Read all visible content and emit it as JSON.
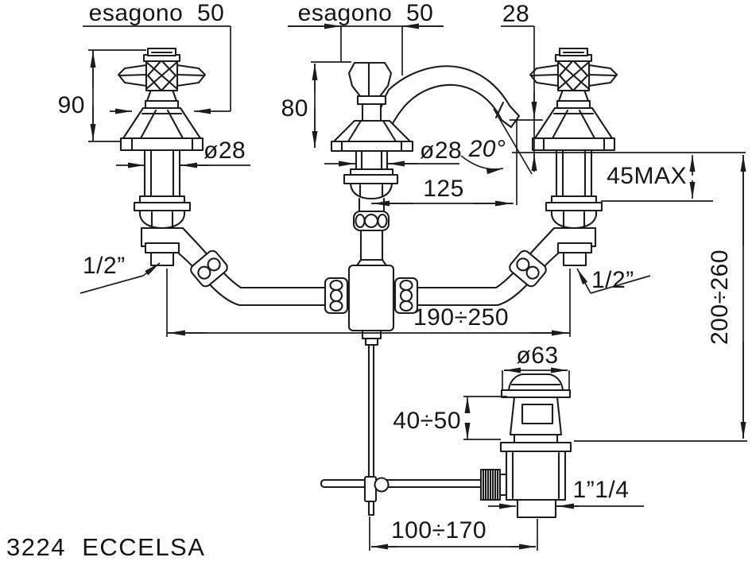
{
  "drawing": {
    "product_code_label": "3224  ECCELSA",
    "colors": {
      "line": "#1c1c1c",
      "background": "#ffffff"
    },
    "dimensions": {
      "left_hex": "esagono  50",
      "center_hex": "esagono  50",
      "outlet_drop": "28",
      "left_height": "90",
      "spout_height": "80",
      "left_dia": "ø28",
      "center_dia": "ø28",
      "spout_angle": "20°",
      "spout_reach": "125",
      "deck_max": "45MAX",
      "left_connection": "1/2”",
      "right_connection": "1/2”",
      "inlet_centers": "190÷250",
      "supply_length": "200÷260",
      "waste_cap_dia": "ø63",
      "waste_depth": "40÷50",
      "waste_thread": "1”1/4",
      "lever_span": "100÷170"
    }
  }
}
